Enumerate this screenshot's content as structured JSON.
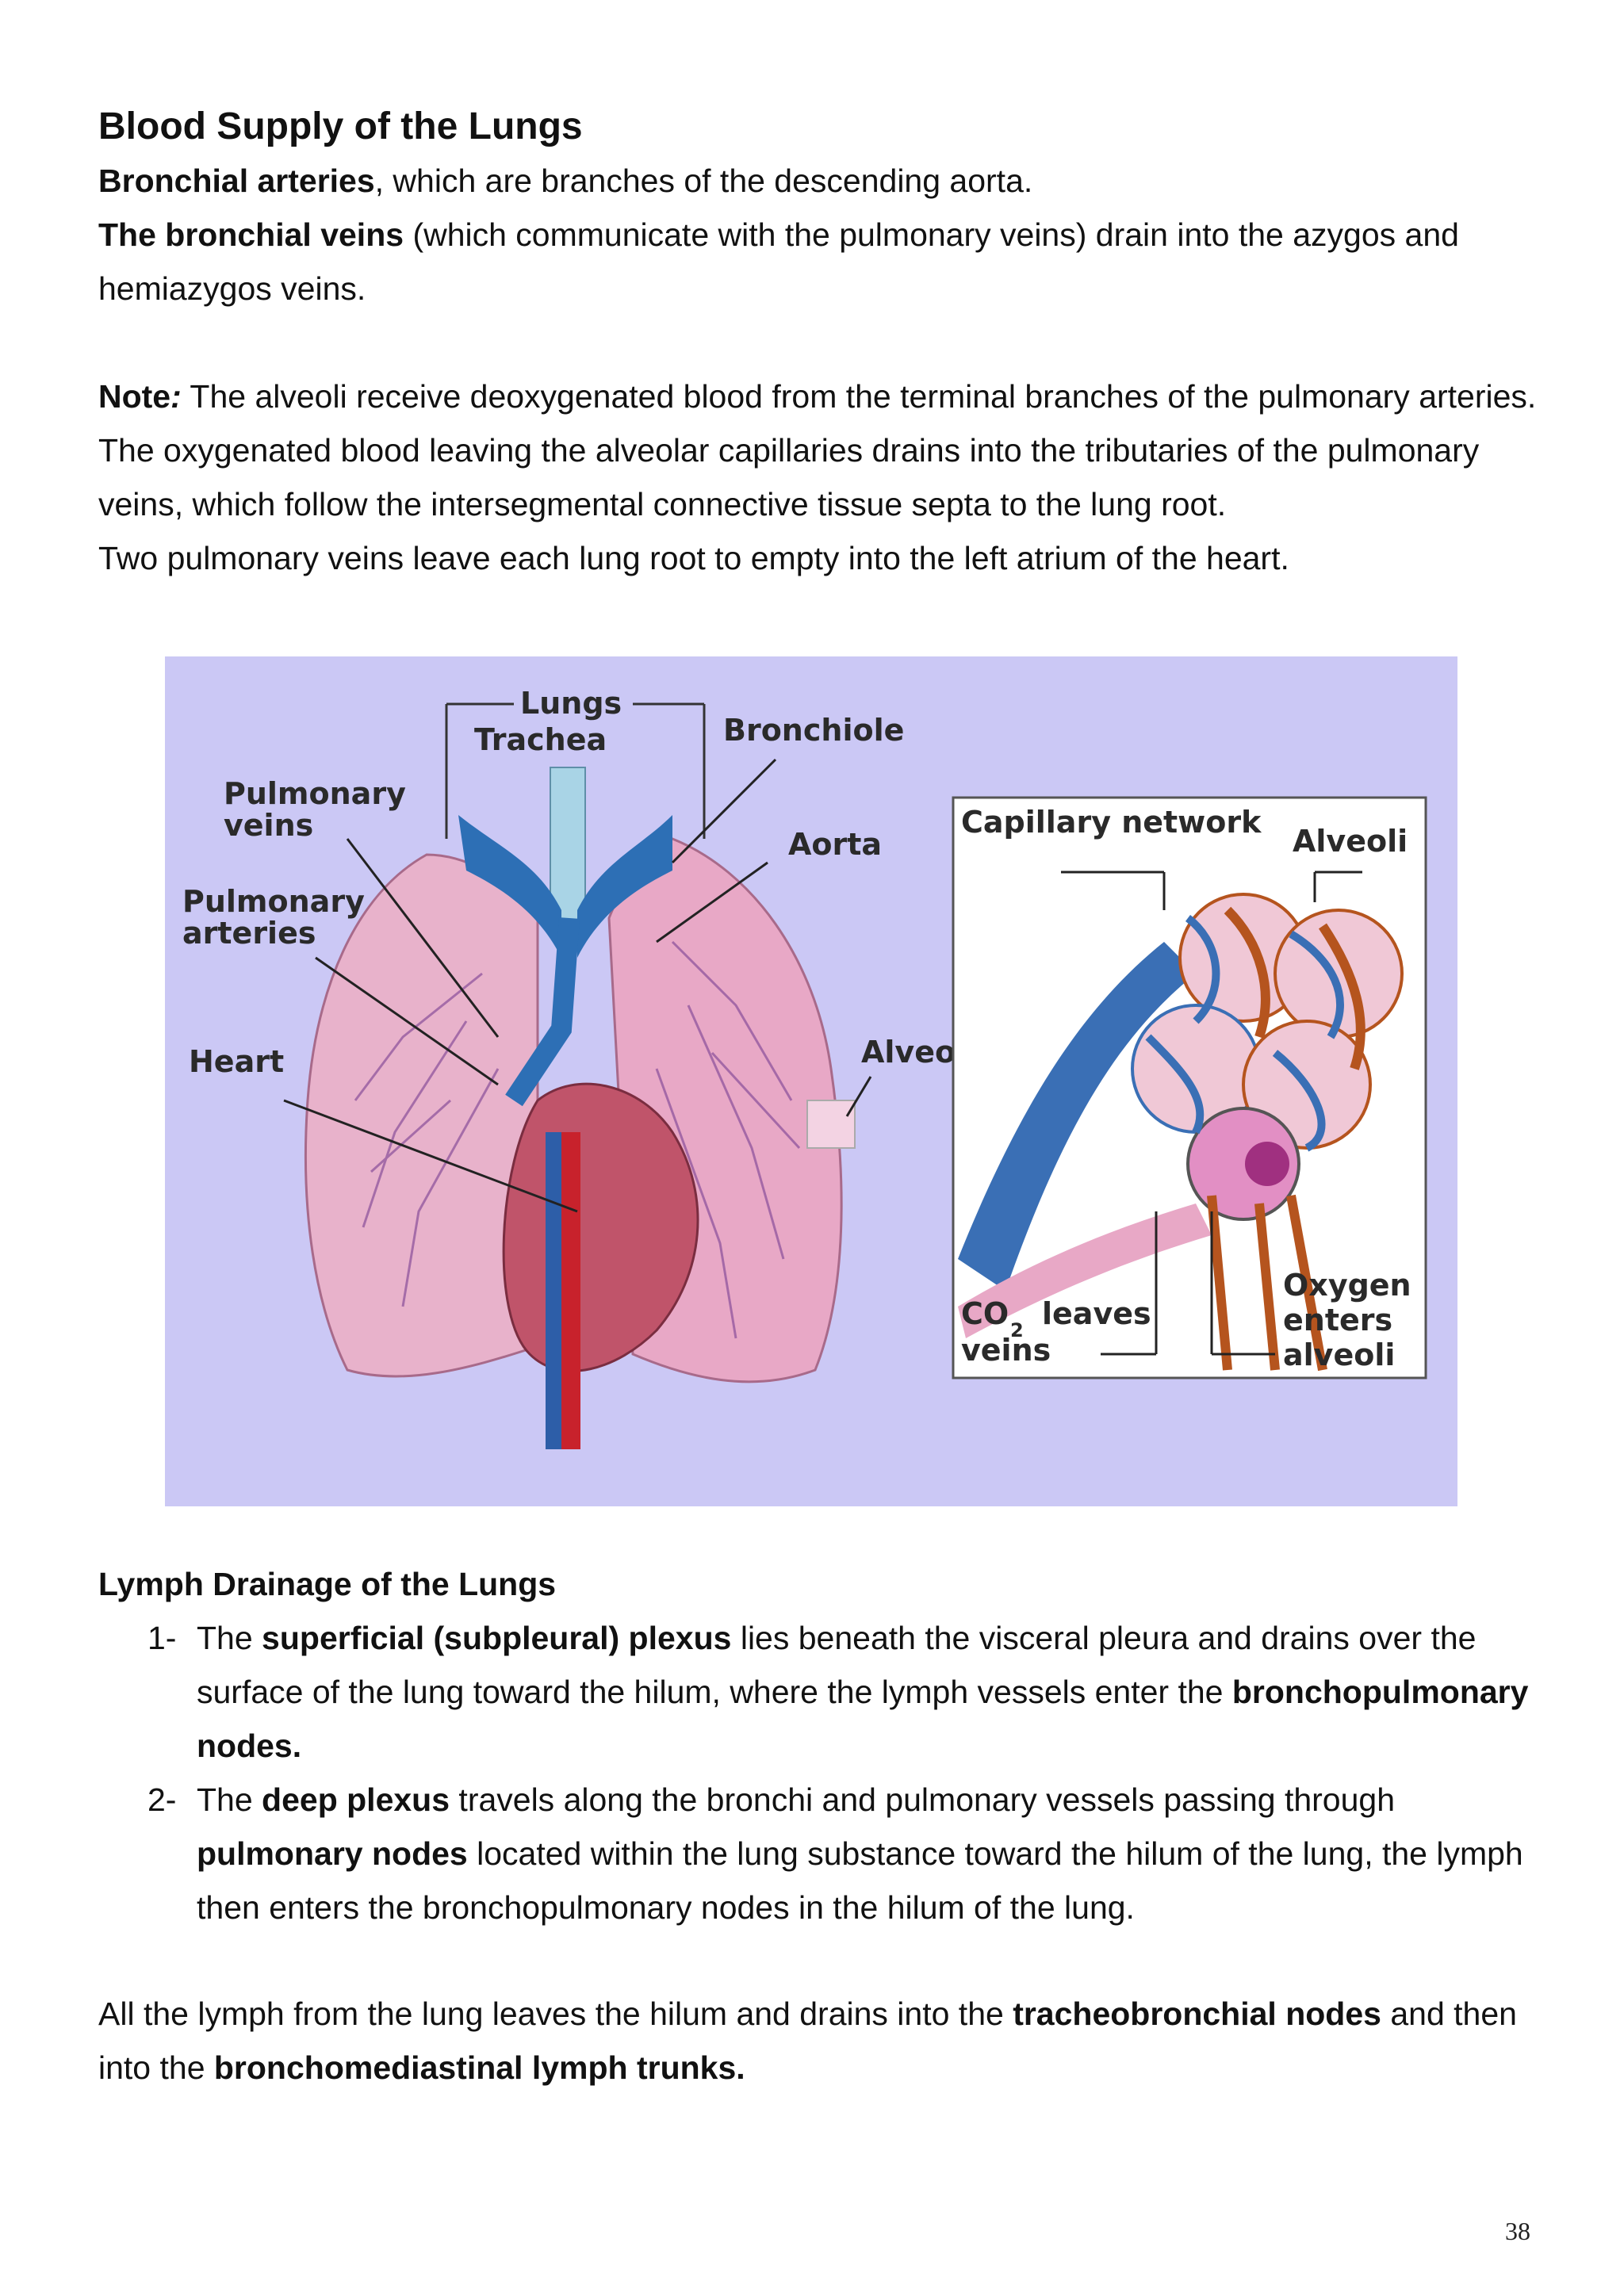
{
  "title": "Blood Supply of the Lungs",
  "para1": {
    "bold": "Bronchial arteries",
    "rest": ", which are branches of the descending aorta."
  },
  "para2": {
    "bold": "The bronchial veins",
    "rest": " (which communicate with the pulmonary veins) drain into the azygos and hemiazygos veins."
  },
  "note": {
    "label": "Note",
    "colon": ":",
    "rest": " The alveoli receive deoxygenated blood from the terminal branches of the pulmonary arteries."
  },
  "para3": "The oxygenated blood leaving the alveolar capillaries drains into the tributaries of the pulmonary veins, which follow the intersegmental connective tissue septa to the lung root.",
  "para4": "Two pulmonary veins leave each lung root to empty into the left atrium of the heart.",
  "figure": {
    "labels": {
      "lungs": "Lungs",
      "trachea": "Trachea",
      "bronchiole": "Bronchiole",
      "pulmonary_veins_1": "Pulmonary",
      "pulmonary_veins_2": "veins",
      "aorta": "Aorta",
      "pulmonary_arteries_1": "Pulmonary",
      "pulmonary_arteries_2": "arteries",
      "heart": "Heart",
      "alveoli_left": "Alveoli",
      "capillary_network": "Capillary network",
      "alveoli_right": "Alveoli",
      "co2_a": "CO",
      "co2_sub": "2",
      "co2_b": "leaves",
      "veins": "veins",
      "oxygen_1": "Oxygen",
      "oxygen_2": "enters",
      "oxygen_3": "alveoli"
    },
    "colors": {
      "background": "#cbc8f5",
      "vein": "#3a6fb5",
      "artery": "#b5541e",
      "lung": "#e8a8c6"
    }
  },
  "lymph": {
    "title": "Lymph Drainage of the Lungs",
    "items": [
      {
        "num": "1-",
        "pre": "The ",
        "bold1": "superficial (subpleural) plexus",
        "mid": " lies beneath the visceral pleura and drains over the surface of the lung toward the hilum, where the lymph vessels enter the ",
        "bold2": "bronchopulmonary nodes.",
        "post": ""
      },
      {
        "num": "2-",
        "pre": "The ",
        "bold1": "deep plexus",
        "mid": " travels along the bronchi and pulmonary vessels passing through ",
        "bold2": "pulmonary nodes",
        "post": " located within the lung substance toward the hilum of the lung, the lymph then enters the bronchopulmonary nodes in the hilum of the lung."
      }
    ],
    "final": {
      "pre": "All the lymph from the lung leaves the hilum and drains into the ",
      "bold1": "tracheobronchial nodes",
      "mid": " and then into the ",
      "bold2": "bronchomediastinal lymph trunks."
    }
  },
  "page_number": "38"
}
